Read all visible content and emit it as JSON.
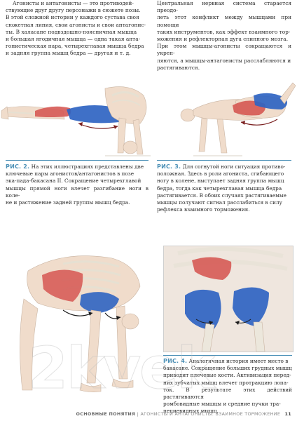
{
  "body_left": [
    "Агонисты и антагонисты — это противодей-",
    "ствующие друг другу персонажи в сюжете позы.",
    "В этой сложной истории у каждого сустава своя",
    "сюжетная линия, свои агонисты и свои антагонис-",
    "ты. В халасане подвздошно-поясничная мышца",
    "и большая ягодичная мышца — одна такая анта-",
    "гонистическая пара, четырехглавая мышца бедра",
    "и задняя группа мышц бедра — другая и т. д."
  ],
  "body_right": [
    "Центральная нервная система старается преодо-",
    "леть этот конфликт между мышцами при помощи",
    "таких инструментов, как эффект взаимного тор-",
    "можения и рефлекторная дуга спинного мозга.",
    "При этом мышцы-агонисты сокращаются и укреп-",
    "ляются, а мышцы-антагонисты расслабляются и",
    "растягиваются."
  ],
  "fig2": {
    "label": "РИС. 2.",
    "lines": [
      "На этих иллюстрациях представлены две",
      "ключевые пары агонистов/антагонистов в позе",
      "эка-пада-бакасана II. Сокращение четырехглавой",
      "мышцы прямой ноги влечет разгибание ноги в коле-",
      "не и растяжение задней группы мышц бедра."
    ]
  },
  "fig3": {
    "label": "РИС. 3.",
    "lines": [
      "Для согнутой ноги ситуация противо-",
      "положная. Здесь в роли агониста, сгибающего",
      "ногу в колене, выступает задняя группа мышц",
      "бедра, тогда как четырехглавая мышца бедра",
      "растягивается. В обоих случаях растягиваемые",
      "мышцы получают сигнал расслабиться в силу",
      "рефлекса взаимного торможения."
    ]
  },
  "fig4": {
    "label": "РИС. 4.",
    "lines": [
      "Аналогичная история имеет место в",
      "бакасане. Сокращение больших грудных мышц",
      "приводит плечевые кости. Активизация перед-",
      "них зубчатых мышц влечет протракцию лопа-",
      "ток. В результате этих действий растягиваются",
      "ромбовидные мышцы и средние пучки тра-",
      "пециевидных мышц."
    ]
  },
  "footer": {
    "section": "ОСНОВНЫЕ ПОНЯТИЯ",
    "separator": "|",
    "chapter": "АГОНИСТЫ И АНТАГОНИСТЫ: ВЗАИМНОЕ ТОРМОЖЕНИЕ",
    "page": "11"
  },
  "watermark": "2kvek",
  "colors": {
    "accent": "#4a8fb6",
    "muscle_red": "#d65a55",
    "muscle_blue": "#2f64c2",
    "skin": "#f0dccb",
    "bone": "#ece7dc"
  }
}
